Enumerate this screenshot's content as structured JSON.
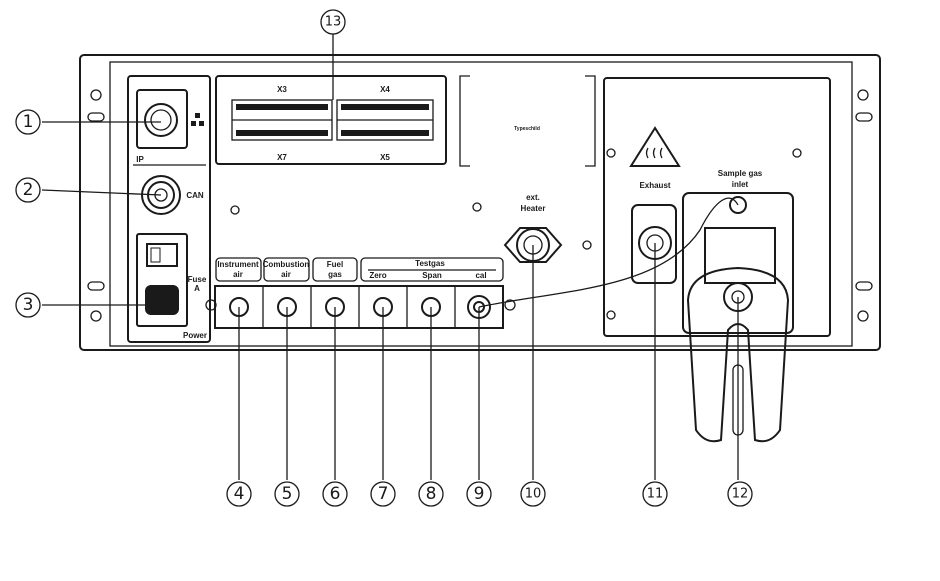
{
  "callouts": [
    "1",
    "2",
    "3",
    "4",
    "5",
    "6",
    "7",
    "8",
    "9",
    "10",
    "11",
    "12",
    "13"
  ],
  "left_panel": {
    "ip_label": "IP",
    "can_label": "CAN",
    "power_label": "Power",
    "fuse_label": "Fuse",
    "fuse_rating": "A"
  },
  "terminals": {
    "x3": "X3",
    "x4": "X4",
    "x7": "X7",
    "x5": "X5"
  },
  "type_plate": "Typeschild",
  "gas_labels": {
    "instrument_air": [
      "Instrument",
      "air"
    ],
    "combustion_air": [
      "Combustion",
      "air"
    ],
    "fuel_gas": [
      "Fuel",
      "gas"
    ],
    "testgas": "Testgas",
    "zero": "Zero",
    "span": "Span",
    "cal": "cal"
  },
  "ext_heater": [
    "ext.",
    "Heater"
  ],
  "exhaust": "Exhaust",
  "sample_gas_inlet": [
    "Sample gas",
    "inlet"
  ]
}
